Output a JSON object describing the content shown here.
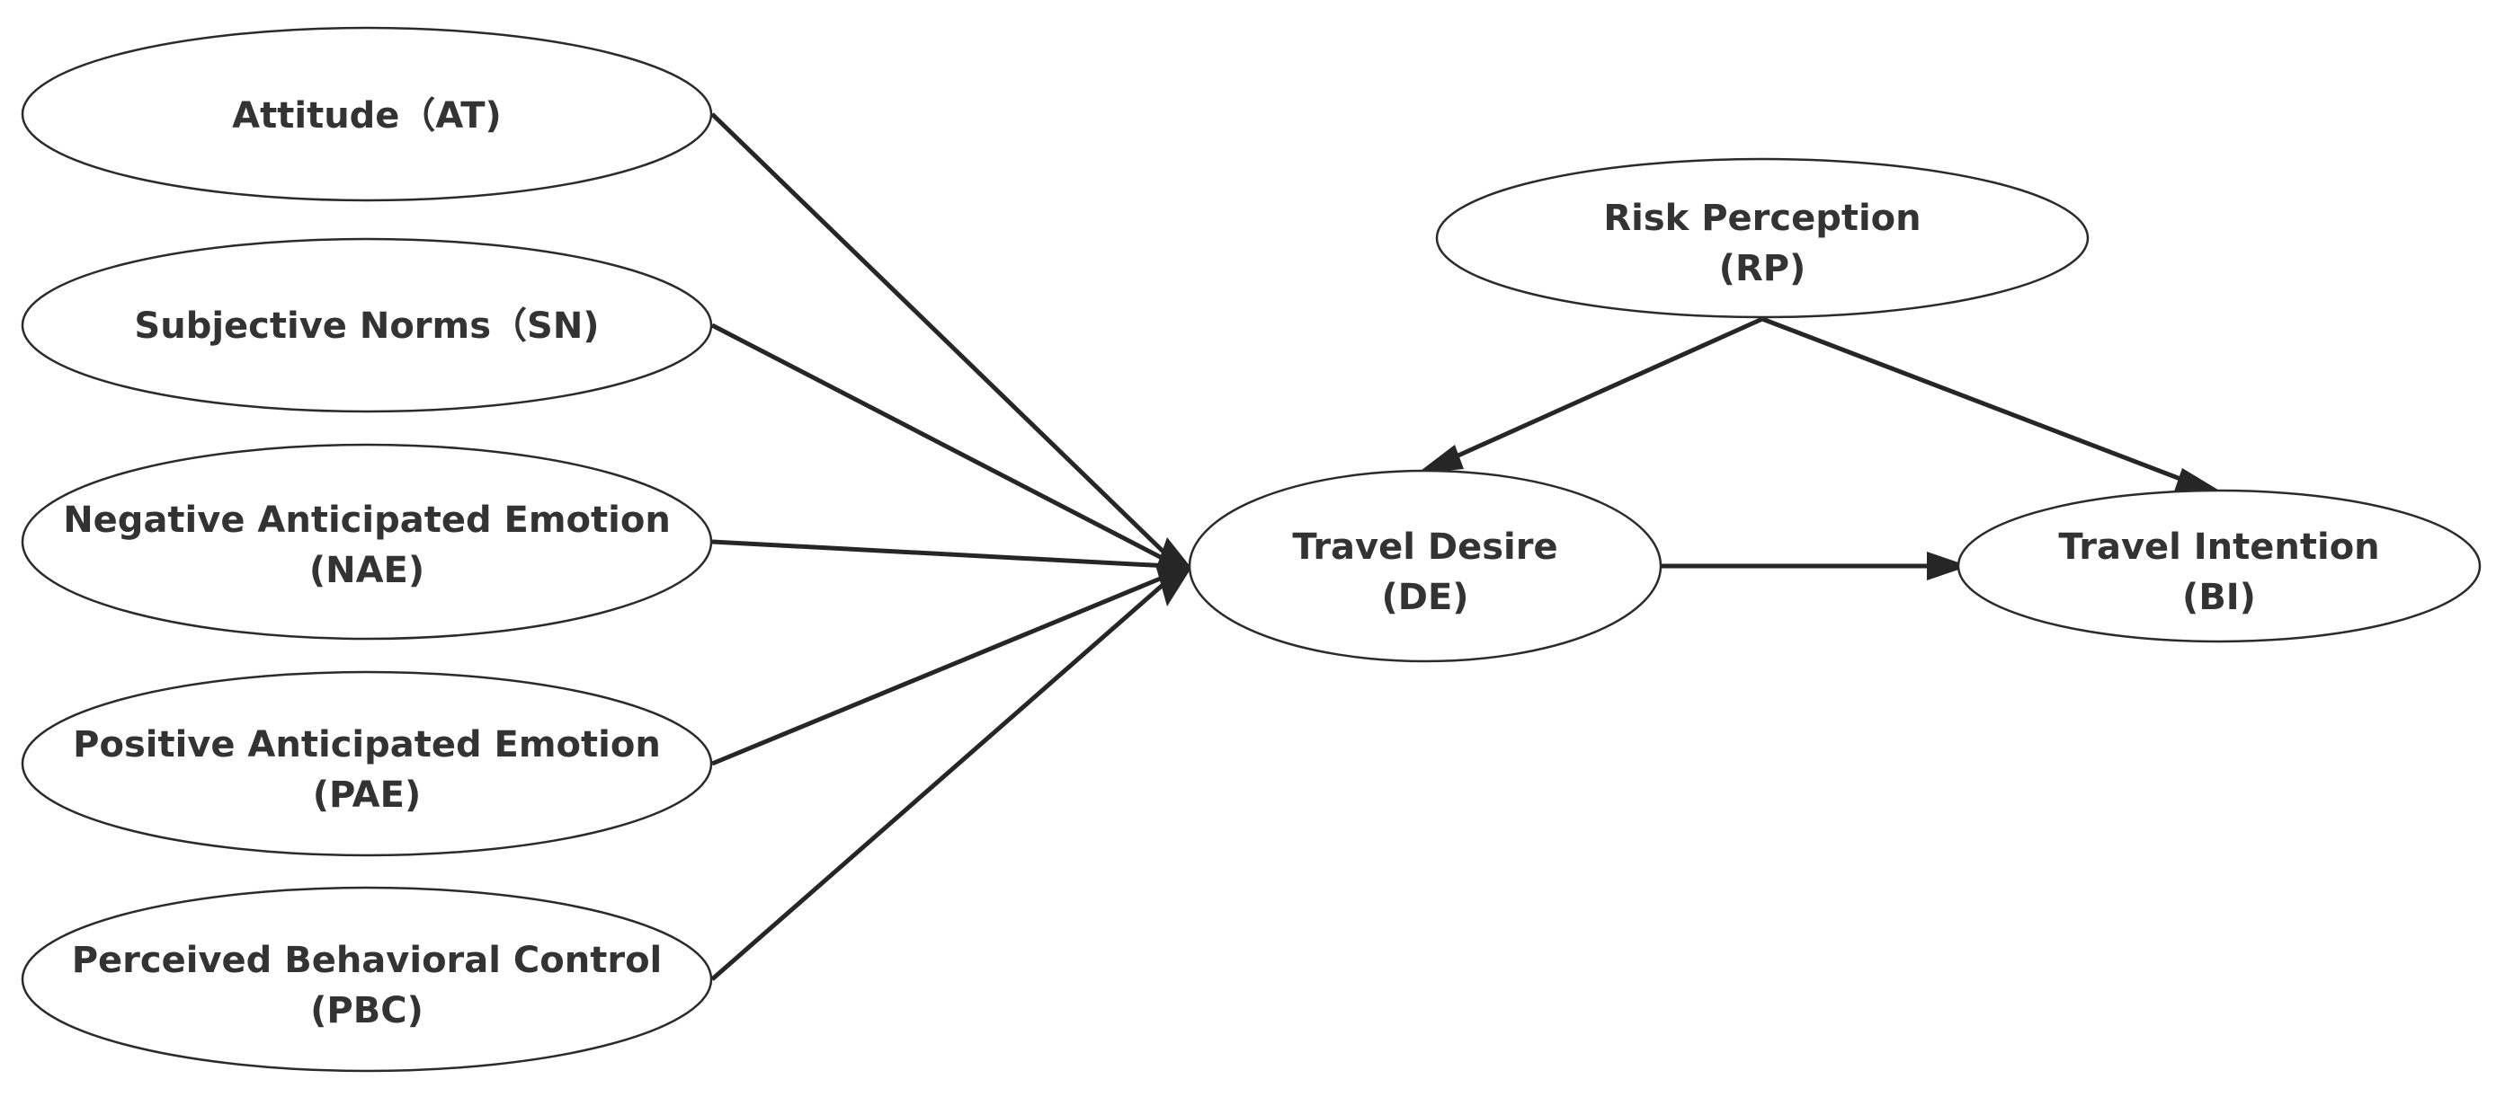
{
  "nodes": {
    "at": {
      "line1": "Attitude（AT)",
      "line2": ""
    },
    "sn": {
      "line1": "Subjective Norms（SN)",
      "line2": ""
    },
    "nae": {
      "line1": "Negative Anticipated Emotion",
      "line2": "(NAE)"
    },
    "pae": {
      "line1": "Positive Anticipated Emotion",
      "line2": "(PAE)"
    },
    "pbc": {
      "line1": "Perceived Behavioral Control",
      "line2": "(PBC)"
    },
    "rp": {
      "line1": "Risk Perception",
      "line2": "(RP)"
    },
    "de": {
      "line1": "Travel Desire",
      "line2": "(DE)"
    },
    "bi": {
      "line1": "Travel Intention",
      "line2": "(BI)"
    }
  },
  "edges": [
    {
      "from": "at",
      "to": "de"
    },
    {
      "from": "sn",
      "to": "de"
    },
    {
      "from": "nae",
      "to": "de"
    },
    {
      "from": "pae",
      "to": "de"
    },
    {
      "from": "pbc",
      "to": "de"
    },
    {
      "from": "rp",
      "to": "de"
    },
    {
      "from": "rp",
      "to": "bi"
    },
    {
      "from": "de",
      "to": "bi"
    }
  ]
}
